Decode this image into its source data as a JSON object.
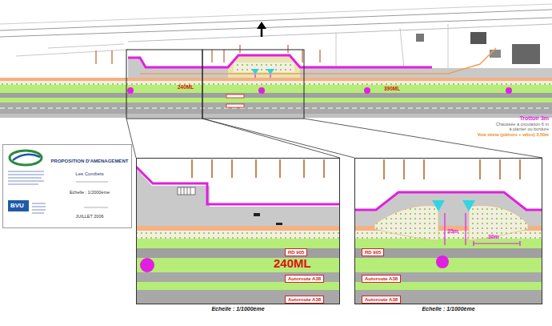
{
  "diagram": {
    "nodes": [
      {
        "text": [
          "PROPOSITION D'AMENAGEMENT",
          "Les Combets",
          "Echelle : 1/2000ème",
          "JUILLET 2006"
        ]
      },
      {
        "text": [
          "Echelle : 1/1000ème"
        ]
      },
      {
        "text": [
          "RD 905"
        ],
        "in": 1
      },
      {
        "text": [
          "Autoroute A38"
        ],
        "in": 1
      },
      {
        "text": [
          "Autoroute A38"
        ],
        "in": 1
      },
      {
        "text": [
          "Echelle : 1/1000ème"
        ]
      },
      {
        "text": [
          "RD 905"
        ],
        "in": 5
      },
      {
        "text": [
          "Autoroute A38"
        ],
        "in": 5
      },
      {
        "text": [
          "Autoroute A38"
        ],
        "in": 5
      }
    ],
    "labels": [
      "240ML",
      "390ML",
      "BVU",
      "Trottoir 3m",
      "Chaussée à circulation 6 m",
      "à planter ou bordure",
      "Voie mixte (piétons + vélos) 3,50m",
      "240ML",
      "35m",
      "30m"
    ]
  }
}
